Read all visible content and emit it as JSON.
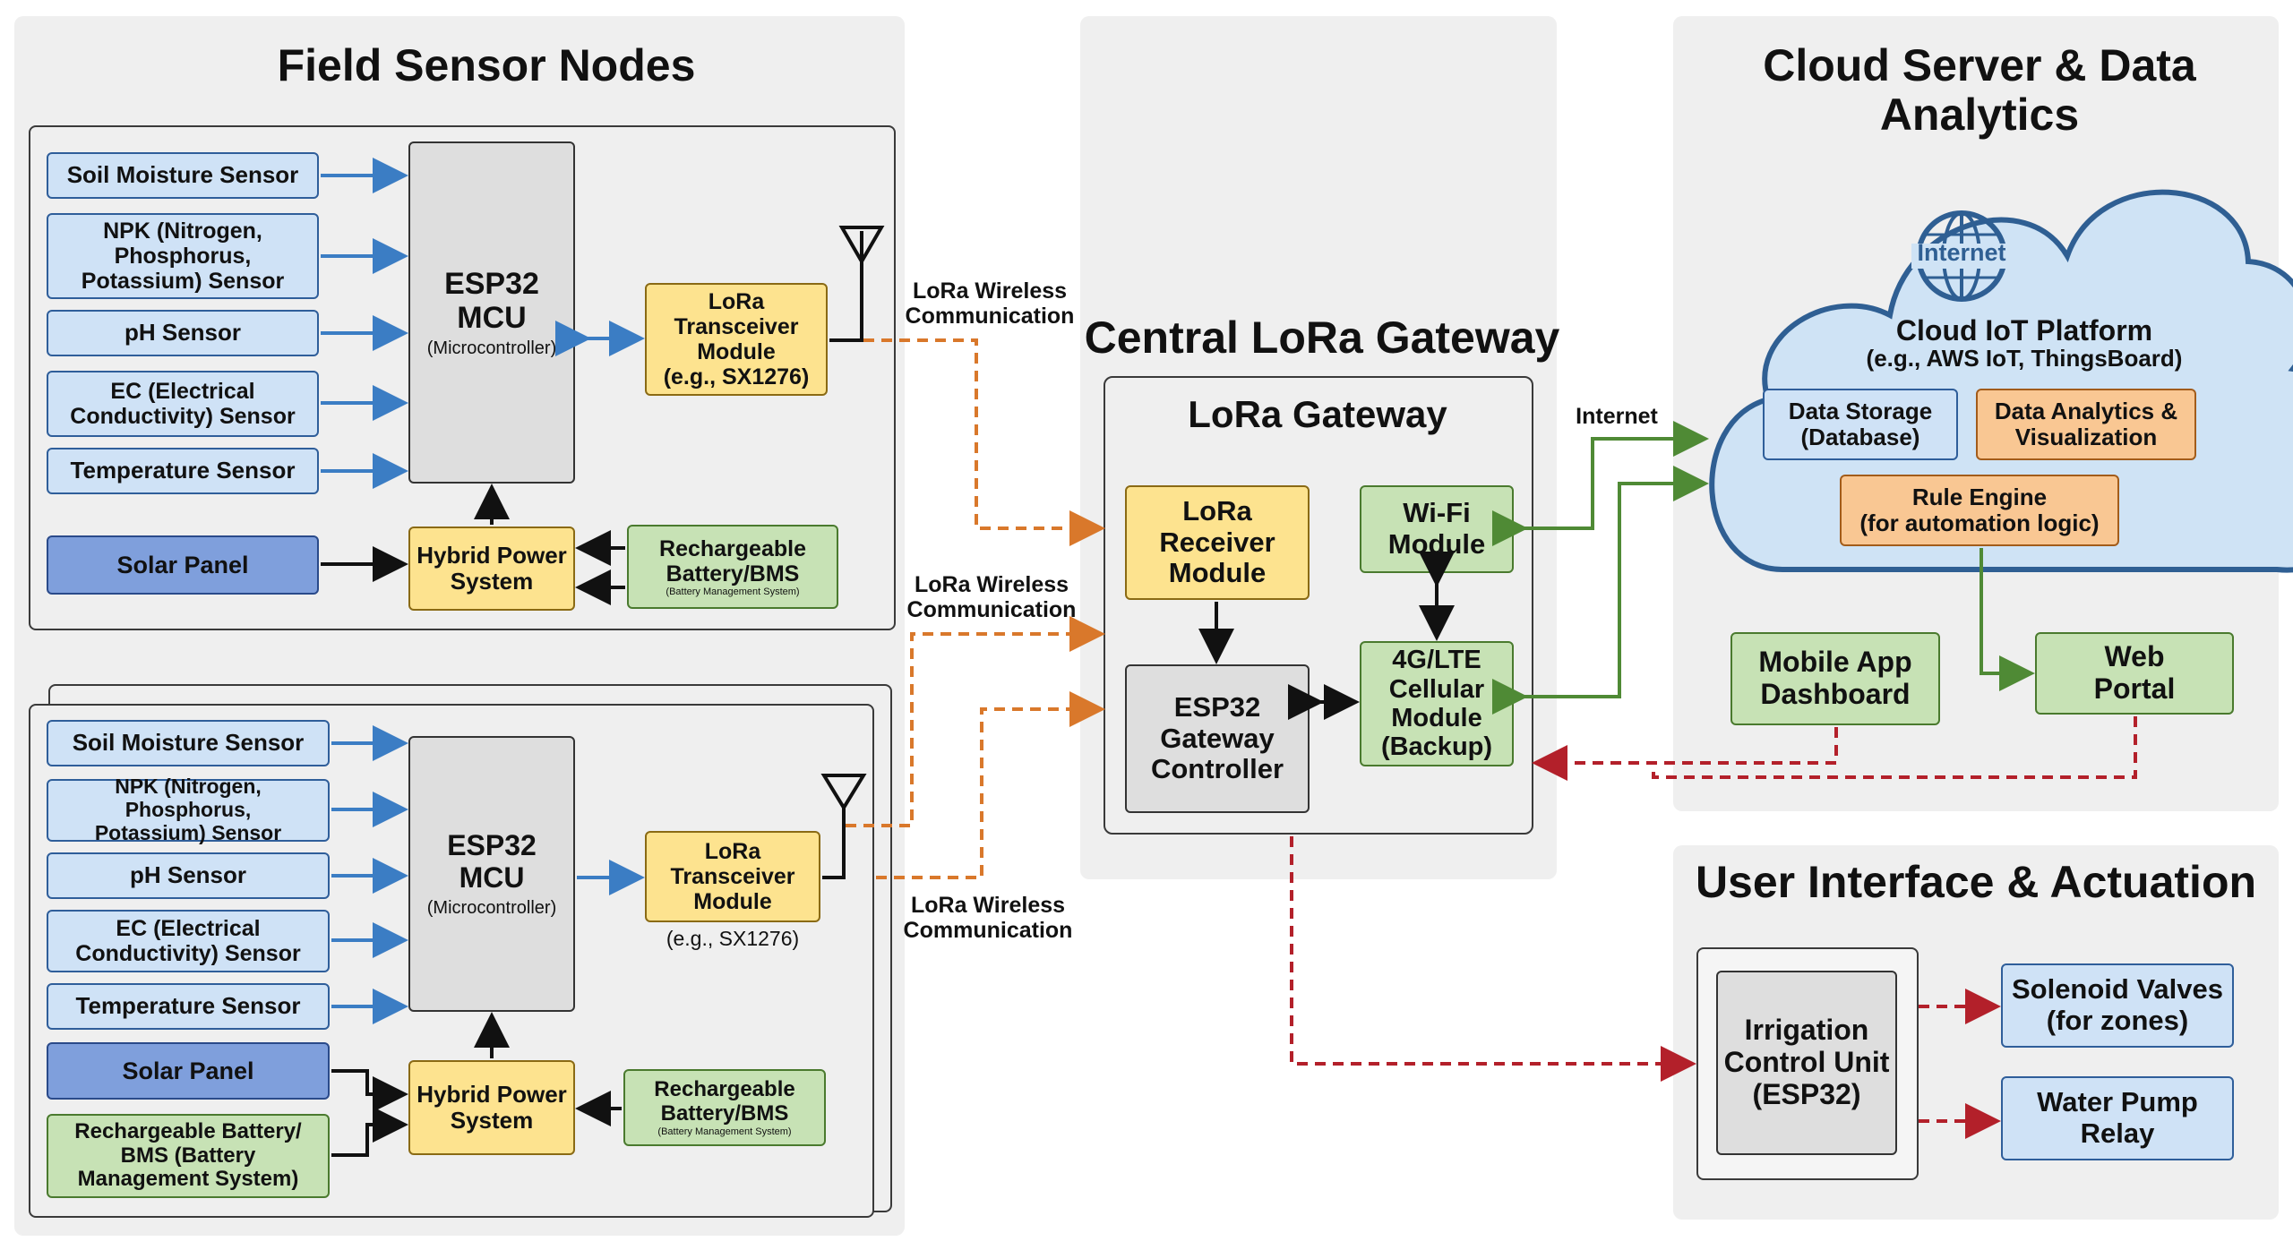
{
  "field": {
    "title": "Field Sensor Nodes",
    "node1": {
      "sensors": [
        "Soil Moisture Sensor",
        "NPK (Nitrogen,\nPhosphorus,\nPotassium) Sensor",
        "pH Sensor",
        "EC (Electrical\nConductivity) Sensor",
        "Temperature Sensor"
      ],
      "solar": "Solar Panel",
      "mcu_title": "ESP32\nMCU",
      "mcu_sub": "(Microcontroller)",
      "lora": "LoRa\nTransceiver\nModule\n(e.g., SX1276)",
      "power": "Hybrid Power\nSystem",
      "battery": "Rechargeable\nBattery/BMS",
      "battery_sub": "(Battery Management System)"
    },
    "node2": {
      "sensors": [
        "Soil Moisture Sensor",
        "NPK (Nitrogen, Phosphorus,\nPotassium) Sensor",
        "pH Sensor",
        "EC (Electrical\nConductivity) Sensor",
        "Temperature Sensor"
      ],
      "solar": "Solar Panel",
      "battery_left": "Rechargeable Battery/\nBMS (Battery\nManagement System)",
      "mcu_title": "ESP32\nMCU",
      "mcu_sub": "(Microcontroller)",
      "lora": "LoRa\nTransceiver\nModule",
      "lora_note": "(e.g., SX1276)",
      "power": "Hybrid Power\nSystem",
      "battery": "Rechargeable\nBattery/BMS",
      "battery_sub": "(Battery Management System)"
    }
  },
  "links": {
    "lora1": "LoRa Wireless\nCommunication",
    "lora2": "LoRa Wireless\nCommunication",
    "lora3": "LoRa Wireless\nCommunication",
    "internet": "Internet"
  },
  "gateway": {
    "section_title": "Central LoRa Gateway",
    "box_title": "LoRa Gateway",
    "receiver": "LoRa\nReceiver\nModule",
    "wifi": "Wi-Fi\nModule",
    "controller": "ESP32\nGateway\nController",
    "cellular": "4G/LTE\nCellular\nModule\n(Backup)"
  },
  "cloud": {
    "title": "Cloud Server & Data\nAnalytics",
    "internet_label": "Internet",
    "platform": "Cloud IoT Platform",
    "platform_sub": "(e.g., AWS IoT, ThingsBoard)",
    "storage": "Data Storage\n(Database)",
    "analytics": "Data Analytics &\nVisualization",
    "rules": "Rule Engine\n(for automation logic)",
    "mobile": "Mobile App\nDashboard",
    "web": "Web\nPortal"
  },
  "ui": {
    "title": "User Interface & Actuation",
    "irrigation": "Irrigation\nControl Unit\n(ESP32)",
    "valves": "Solenoid Valves\n(for zones)",
    "pump": "Water Pump\nRelay"
  },
  "colors": {
    "blue_arrow": "#3b7dc4",
    "orange_link": "#d9782b",
    "green_link": "#4f8a35",
    "red_link": "#b3202a"
  }
}
